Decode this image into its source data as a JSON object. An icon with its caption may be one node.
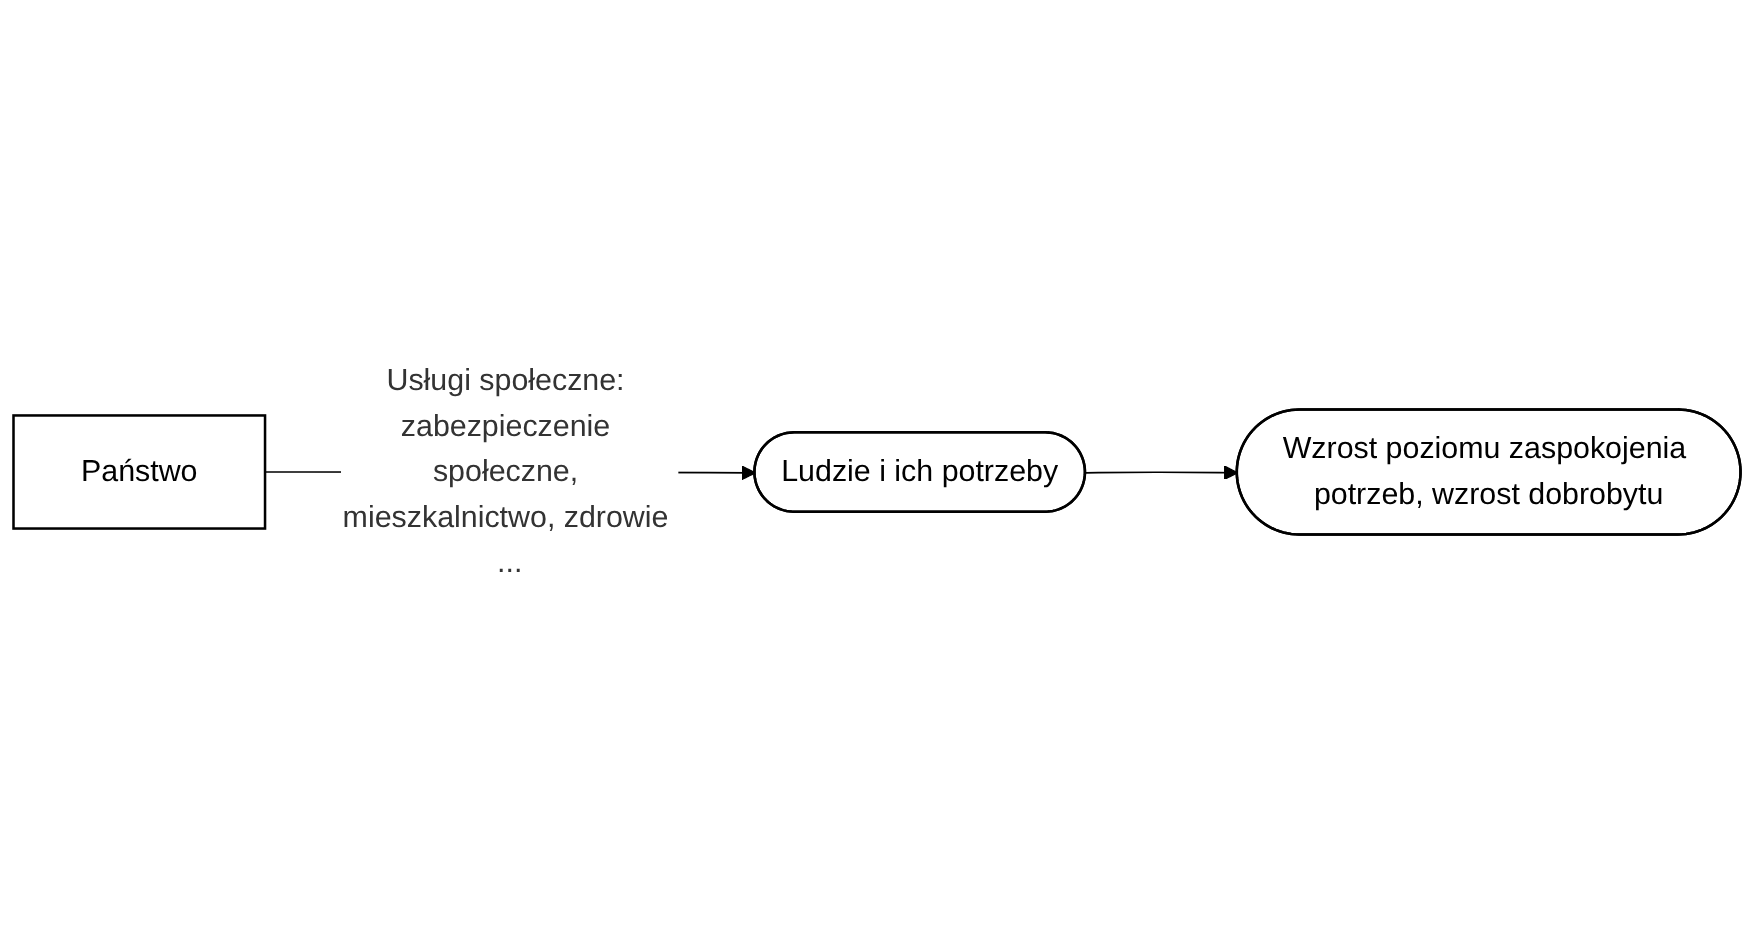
{
  "diagram": {
    "nodes": [
      {
        "text": [
          "Państwo"
        ]
      },
      {
        "text": [
          "Ludzie i ich potrzeby"
        ]
      },
      {
        "text": [
          "Wzrost poziomu zaspokojenia potrzeb, wzrost dobrobytu"
        ]
      }
    ],
    "edges": [
      {
        "from": 0,
        "to": 1,
        "arrow": "to",
        "label": "Usługi społeczne: zabezpieczenie społeczne, mieszkalnictwo, zdrowie ..."
      },
      {
        "from": 1,
        "to": 2,
        "arrow": "to"
      }
    ]
  }
}
